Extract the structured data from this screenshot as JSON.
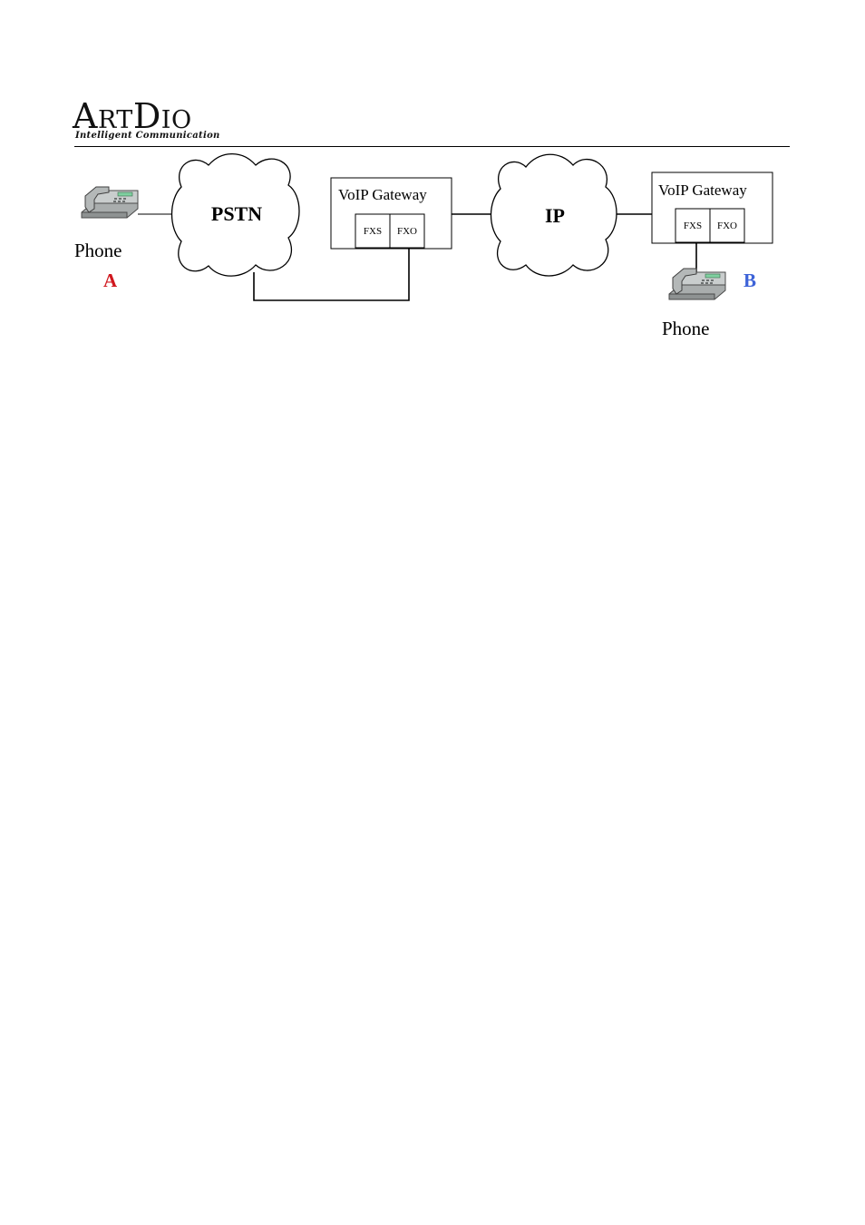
{
  "logo": {
    "brand_part1": "A",
    "brand_part2": "RT",
    "brand_part3": "D",
    "brand_part4": "IO",
    "tagline": "Intelligent Communication"
  },
  "diagram": {
    "left_phone_label": "Phone",
    "left_phone_marker": "A",
    "right_phone_label": "Phone",
    "right_phone_marker": "B",
    "pstn_label": "PSTN",
    "ip_label": "IP",
    "gateway_left": {
      "title": "VoIP Gateway",
      "port_fxs": "FXS",
      "port_fxo": "FXO"
    },
    "gateway_right": {
      "title": "VoIP Gateway",
      "port_fxs": "FXS",
      "port_fxo": "FXO"
    }
  },
  "colors": {
    "marker_a": "#d0171e",
    "marker_b": "#3d63d8",
    "phone_body": "#b8bcbc",
    "phone_screen": "#7fd0a0"
  }
}
